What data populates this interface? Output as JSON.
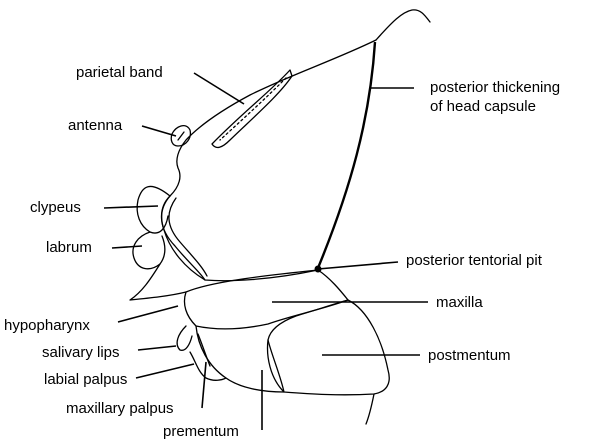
{
  "labels": {
    "parietal_band": "parietal band",
    "antenna": "antenna",
    "clypeus": "clypeus",
    "labrum": "labrum",
    "hypopharynx": "hypopharynx",
    "salivary_lips": "salivary lips",
    "labial_palpus": "labial palpus",
    "maxillary_palpus": "maxillary palpus",
    "prementum": "prementum",
    "posterior_thickening_line1": "posterior thickening",
    "posterior_thickening_line2": "of head capsule",
    "posterior_tentorial_pit": "posterior tentorial pit",
    "maxilla": "maxilla",
    "postmentum": "postmentum"
  },
  "colors": {
    "ink": "#000000",
    "background": "#ffffff"
  }
}
